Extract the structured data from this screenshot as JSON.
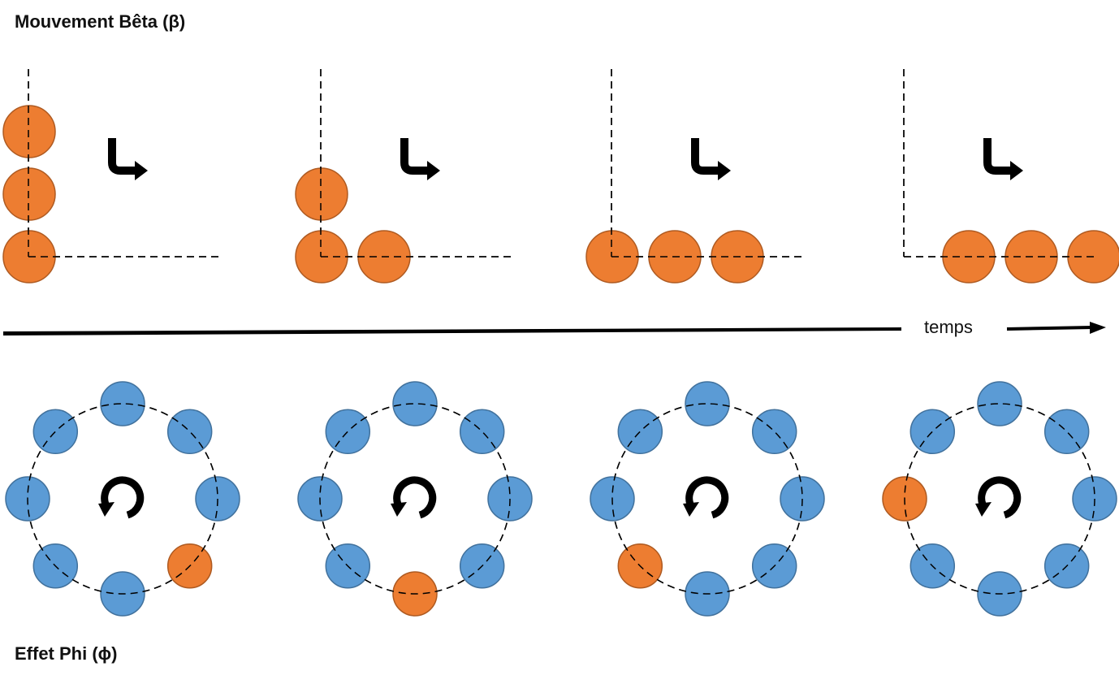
{
  "beta_section": {
    "title": "Mouvement Bêta (β)",
    "frames": [
      {
        "vertical_count": 3,
        "horizontal_count": 0
      },
      {
        "vertical_count": 2,
        "horizontal_count": 1
      },
      {
        "vertical_count": 1,
        "horizontal_count": 2
      },
      {
        "vertical_count": 0,
        "horizontal_count": 3
      }
    ],
    "icon": "turn-right-arrow-icon"
  },
  "timeline": {
    "label": "temps",
    "icon": "arrow-right-icon"
  },
  "phi_section": {
    "title": "Effet Phi (ϕ)",
    "dots_per_ring": 8,
    "frames": [
      {
        "highlighted_position": "bottom-right"
      },
      {
        "highlighted_position": "bottom"
      },
      {
        "highlighted_position": "bottom-left"
      },
      {
        "highlighted_position": "left"
      }
    ],
    "icon": "rotate-clockwise-icon"
  },
  "colors": {
    "orange_fill": "#ED7D31",
    "orange_stroke": "#AE5A21",
    "blue_fill": "#5B9BD5",
    "blue_stroke": "#41719C",
    "line": "#000000"
  }
}
